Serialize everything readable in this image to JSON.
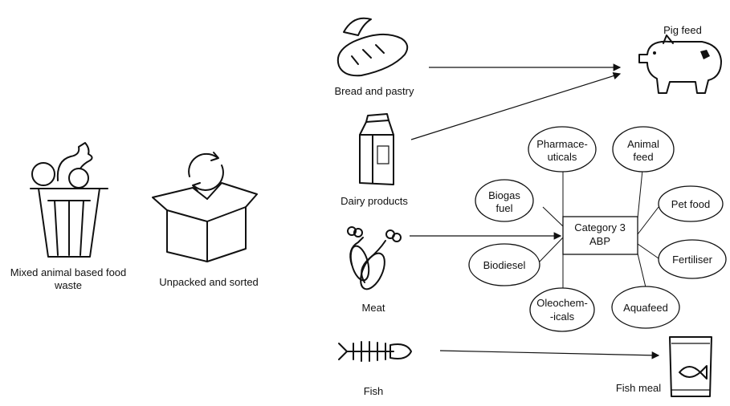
{
  "sources": {
    "mixed_waste": "Mixed animal based food waste",
    "unpacked": "Unpacked and sorted",
    "bread": "Bread and pastry",
    "dairy": "Dairy products",
    "meat": "Meat",
    "fish": "Fish"
  },
  "outputs": {
    "pig_feed": "Pig feed",
    "fish_meal": "Fish meal"
  },
  "hub": {
    "line1": "Category 3",
    "line2": "ABP"
  },
  "uses": {
    "pharma_1": "Pharmace-",
    "pharma_2": "uticals",
    "animal_1": "Animal",
    "animal_2": "feed",
    "biogas_1": "Biogas",
    "biogas_2": "fuel",
    "pet_food": "Pet food",
    "biodiesel": "Biodiesel",
    "fertiliser": "Fertiliser",
    "oleo_1": "Oleochem-",
    "oleo_2": "-icals",
    "aquafeed": "Aquafeed"
  },
  "icons": [
    "food-bin-icon",
    "open-box-recycle-icon",
    "bread-icon",
    "milk-carton-icon",
    "chicken-leg-icon",
    "fish-bone-icon",
    "pig-icon",
    "fish-meal-bag-icon"
  ]
}
